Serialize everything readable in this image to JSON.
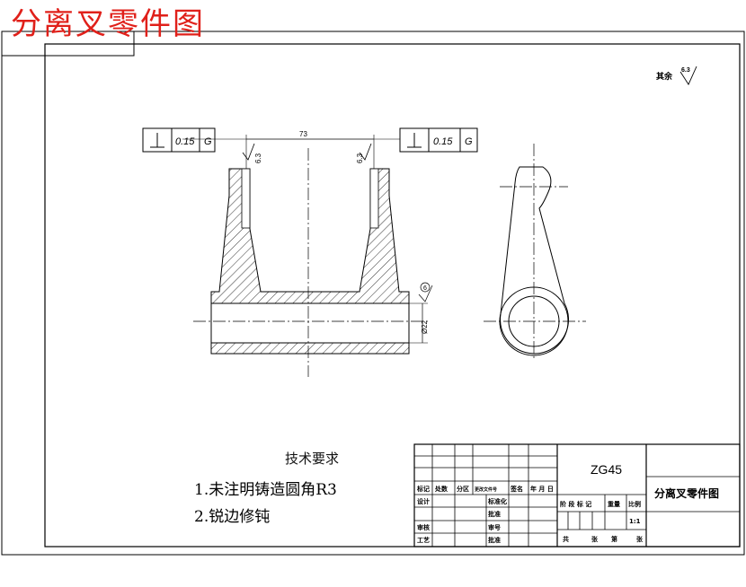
{
  "header": {
    "title": "分离叉零件图"
  },
  "surface_finish": {
    "note": "其余",
    "value": "6.3"
  },
  "annotations": {
    "tolerance_value": "0.15",
    "datum": "G",
    "dimension": "73",
    "roughness_left": "6.3",
    "roughness_right": "6.3",
    "roughness_bore": "6",
    "bore_dim": "Ø22"
  },
  "requirements": {
    "title": "技术要求",
    "items": [
      "1.未注明铸造圆角R3",
      "2.锐边修钝"
    ]
  },
  "title_block": {
    "material": "ZG45",
    "drawing_name": "分离叉零件图",
    "scale": "1:1",
    "row_labels": [
      "标记",
      "处数",
      "分区",
      "更改文件号",
      "签名",
      "年 月 日"
    ],
    "left_labels": [
      "设计",
      "审核",
      "工艺"
    ],
    "mid_labels": [
      "标准化",
      "批准",
      "审号",
      "批准"
    ],
    "stage_labels": [
      "阶 段 标 记",
      "重量",
      "比例"
    ],
    "sheet_labels": [
      "共",
      "张",
      "第",
      "张"
    ]
  },
  "colors": {
    "title_red": "#e0201a",
    "line": "#000000"
  }
}
